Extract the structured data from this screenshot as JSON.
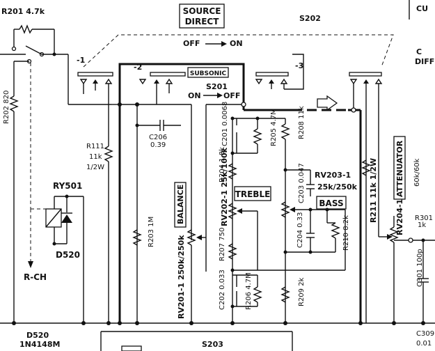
{
  "labels": {
    "r201": "R201 4.7k",
    "source_direct_1": "SOURCE",
    "source_direct_2": "DIRECT",
    "s202": "S202",
    "off_on_off": "OFF",
    "off_on_on": "ON",
    "sw_1": "-1",
    "sw_2": "-2",
    "sw_3": "-3",
    "subsonic": "SUBSONIC",
    "s201": "S201",
    "s201_on": "ON",
    "s201_off": "OFF",
    "r202": "R202 820",
    "r111_1": "R111",
    "r111_2": "11k",
    "r111_3": "1/2W",
    "c206_1": "C206",
    "c206_2": "0.39",
    "c201": "C201 0.0068",
    "r205": "R205 4.7M",
    "r208": "R208 11k",
    "r204": "R204 1.8k",
    "rv203_1": "RV203-1",
    "rv203_2": "25k/250k",
    "c203": "C203 0.047",
    "treble": "TREBLE",
    "bass": "BASS",
    "rv202": "RV202-1 25k/100k",
    "c204": "C204 0.33",
    "r210": "R210 8.2k",
    "ry501": "RY501",
    "d520_a": "D520",
    "r203": "R203 1M",
    "balance": "BALANCE",
    "r207": "R207 750",
    "r209": "R209 2k",
    "c202": "C202 0.033",
    "r206": "R206 4.7M",
    "rv201": "RV201-1 250k/250k",
    "r211": "R211 11k 1/2W",
    "rv204": "RV204-1",
    "attenuator": "ATTENUATOR",
    "rv204_val": "60k/60k",
    "r301_1": "R301",
    "r301_2": "1k",
    "c301": "C301 100p",
    "rch": "R-CH",
    "d520_b1": "D520",
    "d520_b2": "1N4148M",
    "s203": "S203",
    "c309_1": "C309",
    "c309_2": "0.01",
    "edge_cu": "CU",
    "edge_c": "C",
    "edge_diff": "DIFFE"
  }
}
